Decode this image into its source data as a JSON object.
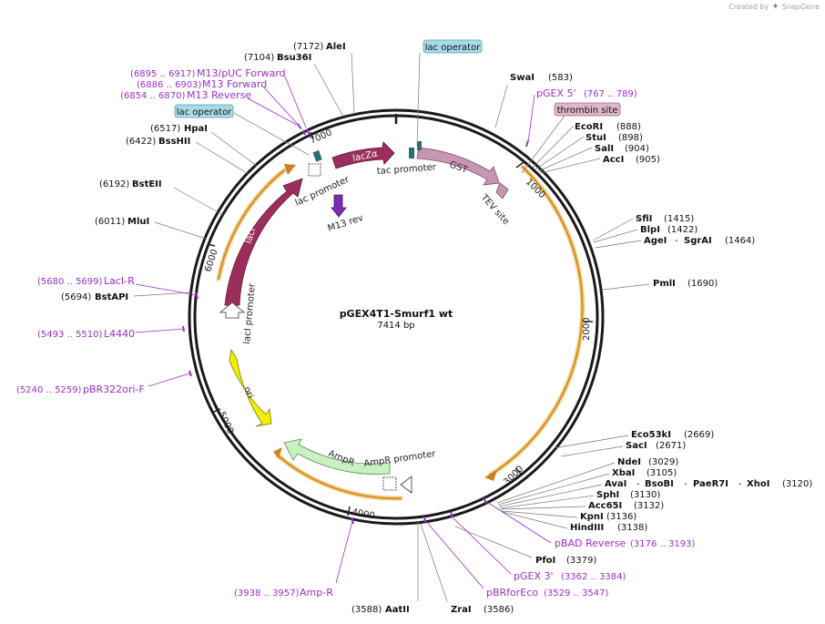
{
  "brand": {
    "created_by": "Created by",
    "name": "SnapGene"
  },
  "plasmid": {
    "name": "pGEX4T1-Smurf1 wt",
    "length_label": "7414 bp"
  },
  "ticks": [
    "1000",
    "2000",
    "3000",
    "4000",
    "5000",
    "6000",
    "7000"
  ],
  "features": {
    "lacZa": "lacZα",
    "GST": "GST",
    "TEV": "TEV site",
    "lacI": "lacI",
    "ori": "ori",
    "AmpR": "AmpR",
    "AmpR_promoter": "AmpR promoter",
    "lacI_promoter": "lacI promoter",
    "lac_promoter": "lac promoter",
    "tac_promoter": "tac promoter",
    "M13rev": "M13 rev"
  },
  "boxed_labels": {
    "lac_operator_top": "lac operator",
    "lac_operator_left": "lac operator",
    "thrombin": "thrombin site"
  },
  "sites_right": [
    {
      "pos": "(583)",
      "name": "SwaI"
    },
    {
      "name": "EcoRI",
      "pos": "(888)"
    },
    {
      "name": "StuI",
      "pos": "(898)"
    },
    {
      "name": "SalI",
      "pos": "(904)"
    },
    {
      "name": "AccI",
      "pos": "(905)"
    },
    {
      "name": "SfiI",
      "pos": "(1415)"
    },
    {
      "name": "BlpI",
      "pos": "(1422)"
    },
    {
      "name": "AgeI",
      "name2": "SgrAI",
      "pos": "(1464)"
    },
    {
      "name": "PmlI",
      "pos": "(1690)"
    },
    {
      "name": "Eco53kI",
      "pos": "(2669)"
    },
    {
      "name": "SacI",
      "pos": "(2671)"
    },
    {
      "name": "NdeI",
      "pos": "(3029)"
    },
    {
      "name": "XbaI",
      "pos": "(3105)"
    },
    {
      "name": "AvaI",
      "name2": "BsoBI",
      "name3": "PaeR7I",
      "name4": "XhoI",
      "pos": "(3120)"
    },
    {
      "name": "SphI",
      "pos": "(3130)"
    },
    {
      "name": "Acc65I",
      "pos": "(3132)"
    },
    {
      "name": "KpnI",
      "pos": "(3136)"
    },
    {
      "name": "HindIII",
      "pos": "(3138)"
    },
    {
      "name": "PfoI",
      "pos": "(3379)"
    }
  ],
  "sites_left": [
    {
      "pos": "(7172)",
      "name": "AleI"
    },
    {
      "pos": "(7104)",
      "name": "Bsu36I"
    },
    {
      "pos": "(6517)",
      "name": "HpaI"
    },
    {
      "pos": "(6422)",
      "name": "BssHII"
    },
    {
      "pos": "(6192)",
      "name": "BstEII"
    },
    {
      "pos": "(6011)",
      "name": "MluI"
    },
    {
      "pos": "(5694)",
      "name": "BstAPI"
    }
  ],
  "sites_bottom": [
    {
      "pos": "(3588)",
      "name": "AatII"
    },
    {
      "name": "ZraI",
      "pos": "(3586)"
    }
  ],
  "primers_left": [
    {
      "range": "(6895 .. 6917)",
      "name": "M13/pUC Forward"
    },
    {
      "range": "(6886 .. 6903)",
      "name": "M13 Forward"
    },
    {
      "range": "(6854 .. 6870)",
      "name": "M13 Reverse"
    },
    {
      "range": "(5680 .. 5699)",
      "name": "LacI-R"
    },
    {
      "range": "(5493 .. 5510)",
      "name": "L4440"
    },
    {
      "range": "(5240 .. 5259)",
      "name": "pBR322ori-F"
    },
    {
      "range": "(3938 .. 3957)",
      "name": "Amp-R"
    }
  ],
  "primers_right": [
    {
      "name": "pGEX 5'",
      "range": "(767 .. 789)"
    },
    {
      "name": "pBAD Reverse",
      "range": "(3176 .. 3193)"
    },
    {
      "name": "pGEX 3'",
      "range": "(3362 .. 3384)"
    },
    {
      "name": "pBRforEco",
      "range": "(3529 .. 3547)"
    }
  ]
}
